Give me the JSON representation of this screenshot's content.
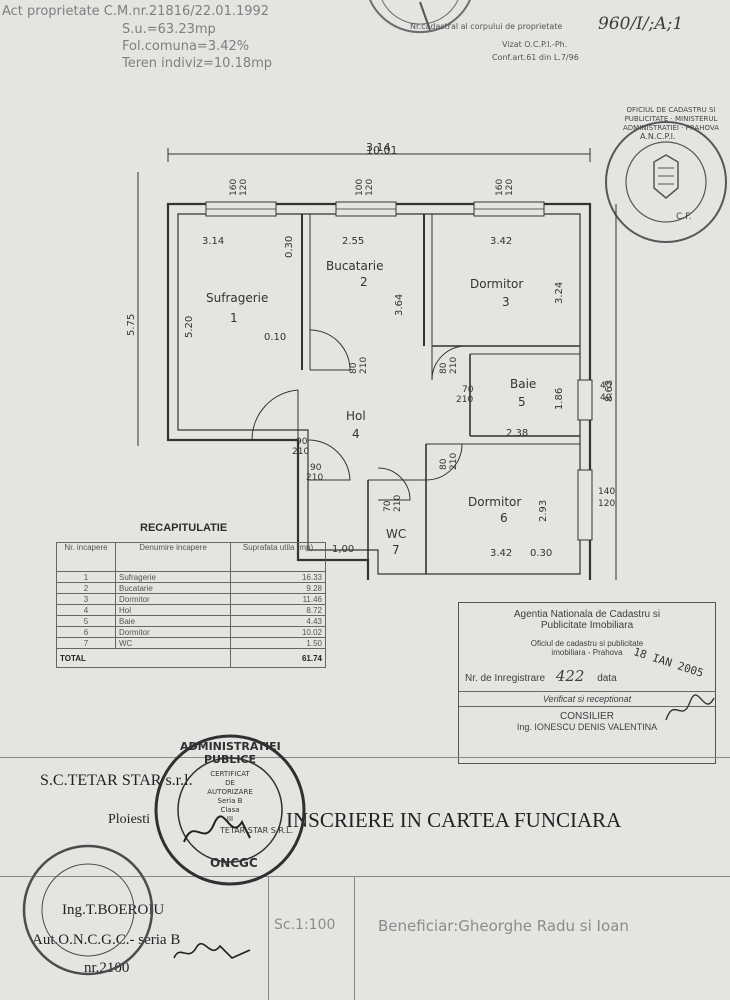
{
  "header": {
    "act": "Act proprietate C.M.nr.21816/22.01.1992",
    "su": "S.u.=63.23mp",
    "folcomuna": "Fol.comuna=3.42%",
    "teren": "Teren indiviz=10.18mp",
    "cadastral_note": "Nr.cadastral al corpului de proprietate",
    "handwritten_ref": "960/I/;A;1",
    "vizat": "Vizat O.C.P.I.-Ph.",
    "conf": "Conf.art.61 din L.7/96"
  },
  "oficiu_stamp": {
    "text": "OFICIUL DE CADASTRU SI PUBLICITATE · MINISTERUL ADMINISTRATIEI · PRAHOVA",
    "agency": "A.N.C.P.I.",
    "cf": "C.F."
  },
  "plan": {
    "overall_width": "10.01",
    "overall_height_left": "5.75",
    "overall_height_right": "8.63",
    "rooms": [
      {
        "name": "Sufragerie",
        "num": "1"
      },
      {
        "name": "Bucatarie",
        "num": "2"
      },
      {
        "name": "Dormitor",
        "num": "3"
      },
      {
        "name": "Hol",
        "num": "4"
      },
      {
        "name": "Baie",
        "num": "5"
      },
      {
        "name": "Dormitor",
        "num": "6"
      },
      {
        "name": "WC",
        "num": "7"
      }
    ],
    "dims": {
      "w1": "3.14",
      "w2": "2.55",
      "w3": "3.42",
      "w6": "3.42",
      "w5": "2.38",
      "h1": "5.20",
      "h2": "3.64",
      "h3": "3.24",
      "h5": "1.86",
      "h6": "2.93",
      "d030a": "0.30",
      "d010": "0.10",
      "d030b": "0.30",
      "d100": "1,00",
      "win1a": "160",
      "win1b": "120",
      "win2a": "100",
      "win2b": "120",
      "win3a": "160",
      "win3b": "120",
      "door80a": "80",
      "door210a": "210",
      "door80b": "80",
      "door210b": "210",
      "door70a": "70",
      "door210c": "210",
      "door90a": "90",
      "door210d": "210",
      "door80c": "80",
      "door210e": "210",
      "door90b": "90",
      "door210f": "210",
      "door70b": "70",
      "door210g": "210",
      "win40a": "40",
      "win40b": "40",
      "win140": "140",
      "win120": "120"
    }
  },
  "recap": {
    "title": "RECAPITULATIE",
    "headers": [
      "Nr. incapere",
      "Denumire incapere",
      "Suprafata utila (mp)"
    ],
    "rows": [
      [
        "1",
        "Sufragerie",
        "16.33"
      ],
      [
        "2",
        "Bucatarie",
        "9.28"
      ],
      [
        "3",
        "Dormitor",
        "11.46"
      ],
      [
        "4",
        "Hol",
        "8.72"
      ],
      [
        "5",
        "Baie",
        "4.43"
      ],
      [
        "6",
        "Dormitor",
        "10.02"
      ],
      [
        "7",
        "WC",
        "1.50"
      ]
    ],
    "total_label": "TOTAL",
    "total_value": "61.74"
  },
  "agency_stamp": {
    "line1": "Agentia Nationala de Cadastru si",
    "line2": "Publicitate Imobiliara",
    "line3": "Oficiul de cadastru si publicitate",
    "line4": "imobiliara - Prahova",
    "reg_label": "Nr. de Inregistrare",
    "reg_number": "422",
    "data_label": "data",
    "date": "18 IAN 2005",
    "verified": "Verificat si receptionat",
    "consilier": "CONSILIER",
    "name": "Ing. IONESCU DENIS VALENTINA"
  },
  "footer": {
    "company": "S.C.TETAR STAR s.r.l.",
    "city": "Ploiesti",
    "title": "INSCRIERE IN CARTEA FUNCIARA",
    "engineer": "Ing.T.BOEROIU",
    "auth": "Aut.O.N.C.G.C.- seria B",
    "nr": "nr.2100",
    "scale": "Sc.1:100",
    "beneficiar": "Beneficiar:Gheorghe Radu si Ioan"
  },
  "round_stamp": {
    "ring": "ADMINISTRATIEI PUBLICE",
    "inner1": "CERTIFICAT",
    "inner2": "DE",
    "inner3": "AUTORIZARE",
    "inner4": "Seria B",
    "inner5": "Clasa",
    "inner6": "III",
    "company": "TETAR STAR S.R.L.",
    "oncgc": "ONCGC"
  }
}
